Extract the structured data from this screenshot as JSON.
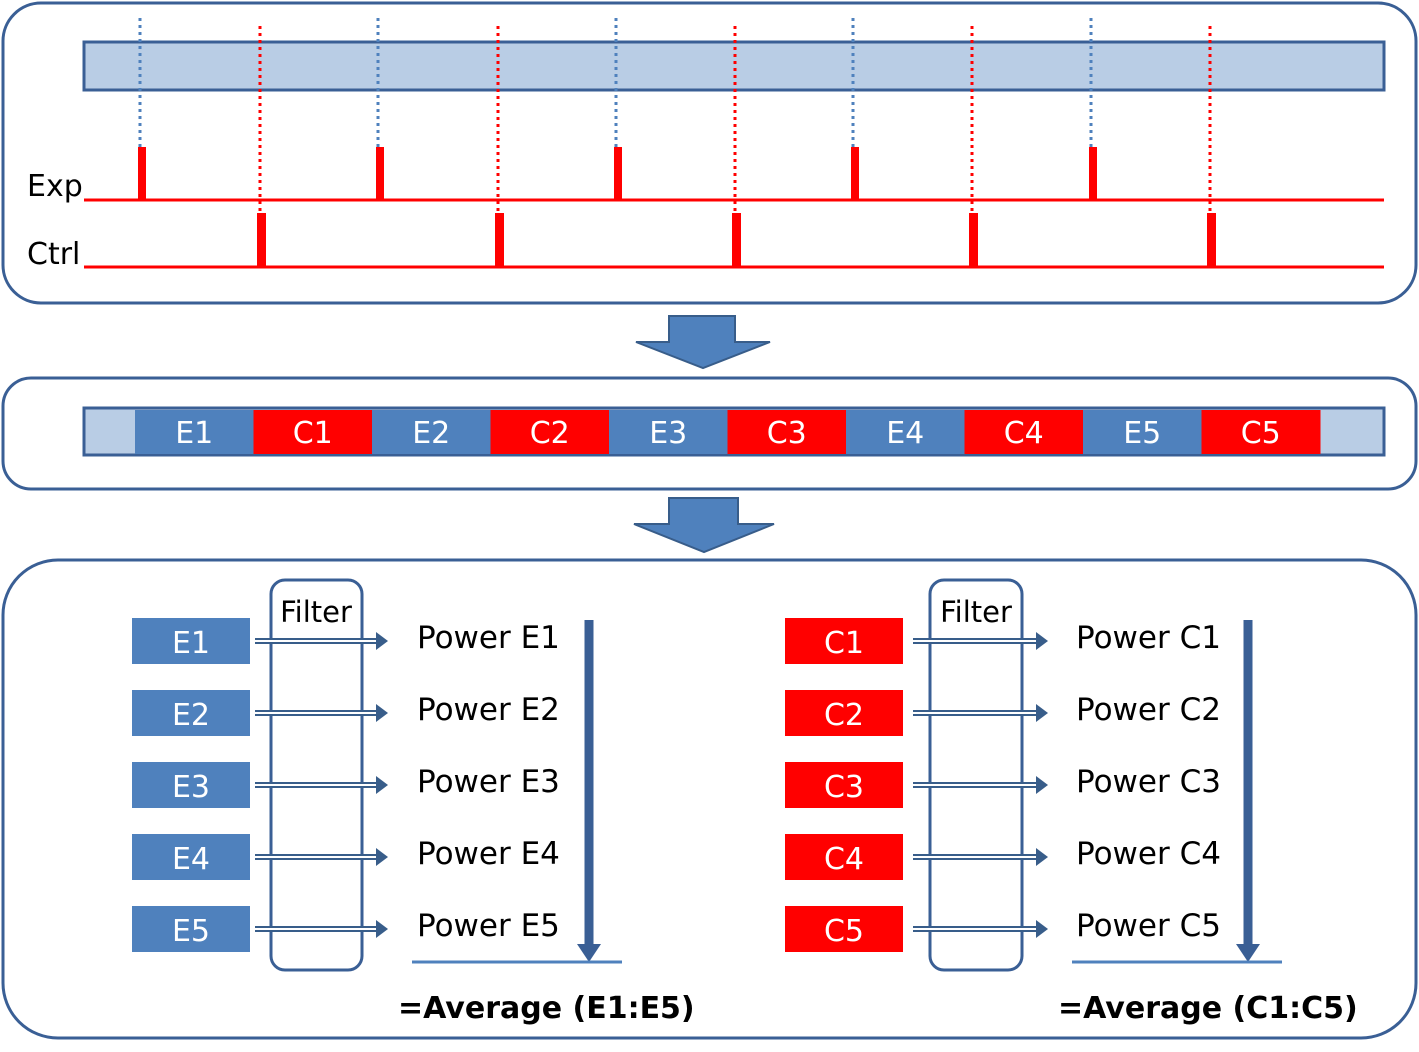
{
  "panel1": {
    "exp_label": "Exp",
    "ctrl_label": "Ctrl"
  },
  "panel2": {
    "segments": [
      {
        "label": "E1",
        "kind": "exp"
      },
      {
        "label": "C1",
        "kind": "ctrl"
      },
      {
        "label": "E2",
        "kind": "exp"
      },
      {
        "label": "C2",
        "kind": "ctrl"
      },
      {
        "label": "E3",
        "kind": "exp"
      },
      {
        "label": "C3",
        "kind": "ctrl"
      },
      {
        "label": "E4",
        "kind": "exp"
      },
      {
        "label": "C4",
        "kind": "ctrl"
      },
      {
        "label": "E5",
        "kind": "exp"
      },
      {
        "label": "C5",
        "kind": "ctrl"
      }
    ]
  },
  "panel3": {
    "exp_group": {
      "filter_label": "Filter",
      "inputs": [
        "E1",
        "E2",
        "E3",
        "E4",
        "E5"
      ],
      "outputs": [
        "Power E1",
        "Power E2",
        "Power E3",
        "Power E4",
        "Power E5"
      ],
      "formula": "=Average (E1:E5)"
    },
    "ctrl_group": {
      "filter_label": "Filter",
      "inputs": [
        "C1",
        "C2",
        "C3",
        "C4",
        "C5"
      ],
      "outputs": [
        "Power C1",
        "Power C2",
        "Power C3",
        "Power C4",
        "Power C5"
      ],
      "formula": "=Average (C1:C5)"
    }
  },
  "colors": {
    "exp_blue": "#4f81bd",
    "ctrl_red": "#ff0000",
    "signal_light_blue": "#b9cde5",
    "panel_border": "#3a5f95",
    "arrow_fill": "#4f81bd",
    "arrow_stroke": "#385d8a"
  }
}
